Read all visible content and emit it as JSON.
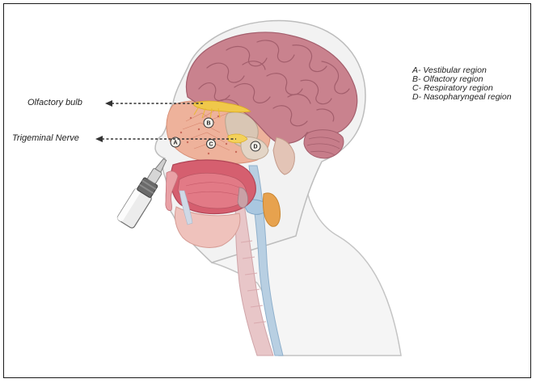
{
  "figure": {
    "labels": {
      "olfactory_bulb": "Olfactory bulb",
      "trigeminal_nerve": "Trigeminal Nerve"
    },
    "legend": [
      "A- Vestibular region",
      "B- Olfactory region",
      "C- Respiratory region",
      "D- Nasopharyngeal region"
    ],
    "region_markers": [
      "A",
      "B",
      "C",
      "D"
    ]
  },
  "colors": {
    "brain": "#c9828e",
    "brain_fold": "#a35e6c",
    "skin_outline": "#b9b9b9",
    "head_fill": "#f4f4f4",
    "nasal_tissue": "#e9a58f",
    "oral_cavity": "#d45f6e",
    "tongue": "#e0737f",
    "nerve_yellow": "#f0c84a",
    "gland_orange": "#e8a048",
    "airway": "#e7c0c3",
    "spine_blue": "#a9c7e0",
    "bottle_glass": "#ececec",
    "arrow": "#333333"
  }
}
